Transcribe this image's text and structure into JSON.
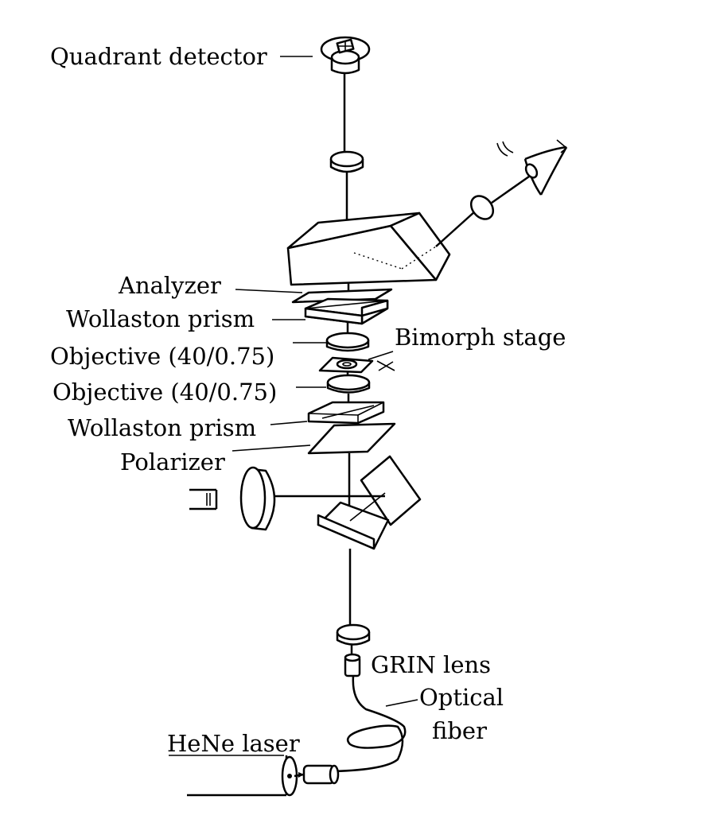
{
  "labels": {
    "quadrant_detector": "Quadrant detector",
    "analyzer": "Analyzer",
    "wollaston_prism_top": "Wollaston prism",
    "objective_top": "Objective (40/0.75)",
    "bimorph_stage": "Bimorph stage",
    "objective_bottom": "Objective (40/0.75)",
    "wollaston_prism_bottom": "Wollaston prism",
    "polarizer": "Polarizer",
    "grin_lens": "GRIN lens",
    "optical_fiber_line1": "Optical",
    "optical_fiber_line2": "fiber",
    "hene_laser": "HeNe laser"
  }
}
